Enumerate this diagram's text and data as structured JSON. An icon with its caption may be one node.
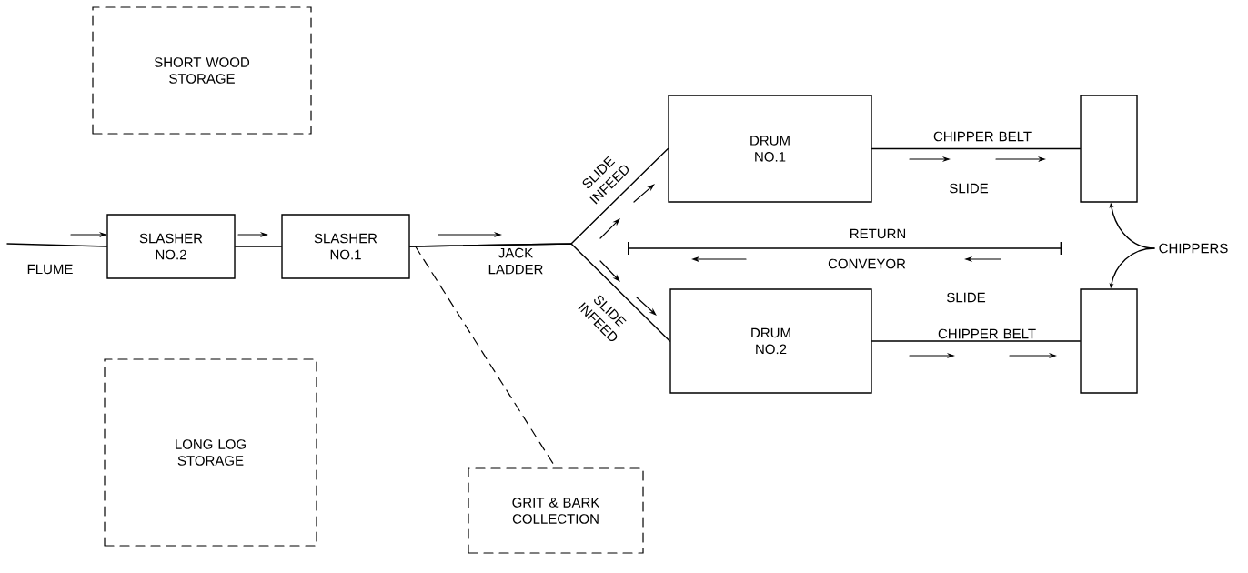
{
  "diagram": {
    "nodes": [
      {
        "text": [
          "SHORT WOOD STORAGE"
        ]
      },
      {
        "text": [
          "SLASHER NO.2"
        ]
      },
      {
        "text": [
          "SLASHER NO.1"
        ]
      },
      {
        "text": [
          "DRUM NO.1"
        ]
      },
      {
        "text": [
          "DRUM NO.2"
        ]
      },
      {
        "text": [],
        "shape": "box"
      },
      {
        "text": [],
        "shape": "box"
      },
      {
        "text": [
          "CHIPPERS"
        ]
      },
      {
        "text": [
          "LONG LOG STORAGE"
        ]
      },
      {
        "text": [
          "GRIT & BARK COLLECTION"
        ]
      }
    ],
    "edges": [
      {
        "from": null,
        "to": 1,
        "arrow": "none",
        "label": "FLUME"
      },
      {
        "from": 1,
        "to": 2,
        "arrow": "none"
      },
      {
        "from": 2,
        "to": 3,
        "arrow": "none",
        "label": "SLIDE INFEED"
      },
      {
        "from": 2,
        "to": 4,
        "arrow": "none",
        "label": "SLIDE INFEED"
      },
      {
        "from": 2,
        "to": 9,
        "arrow": "none",
        "style": "dashed"
      },
      {
        "from": 3,
        "to": 5,
        "arrow": "none",
        "label": "CHIPPER BELT"
      },
      {
        "from": 4,
        "to": 6,
        "arrow": "none",
        "label": "CHIPPER BELT"
      },
      {
        "from": 7,
        "to": 5,
        "arrow": "to"
      },
      {
        "from": 7,
        "to": 6,
        "arrow": "to"
      }
    ],
    "labels": [
      "SLIDE",
      "RETURN",
      "CONVEYOR",
      "JACK LADDER",
      "SLIDE"
    ]
  }
}
